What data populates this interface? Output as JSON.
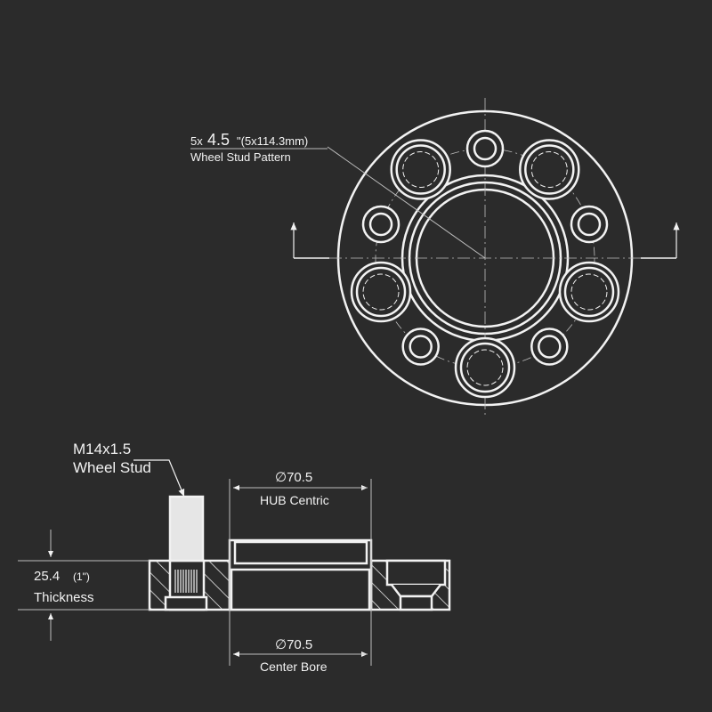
{
  "top_view": {
    "pattern_prefix": "5x",
    "pattern_inch": "4.5",
    "pattern_mm": "\"(5x114.3mm)",
    "pattern_label": "Wheel Stud  Pattern"
  },
  "side_view": {
    "stud_size": "M14x1.5",
    "stud_label": "Wheel Stud",
    "hub_diameter": "∅70.5",
    "hub_label": "HUB Centric",
    "bore_diameter": "∅70.5",
    "bore_label": "Center Bore",
    "thickness_value": "25.4",
    "thickness_inch": "(1\")",
    "thickness_label": "Thickness"
  },
  "colors": {
    "background": "#2b2b2b",
    "line": "#f2f2f2",
    "thin": "#bdbdbd"
  }
}
